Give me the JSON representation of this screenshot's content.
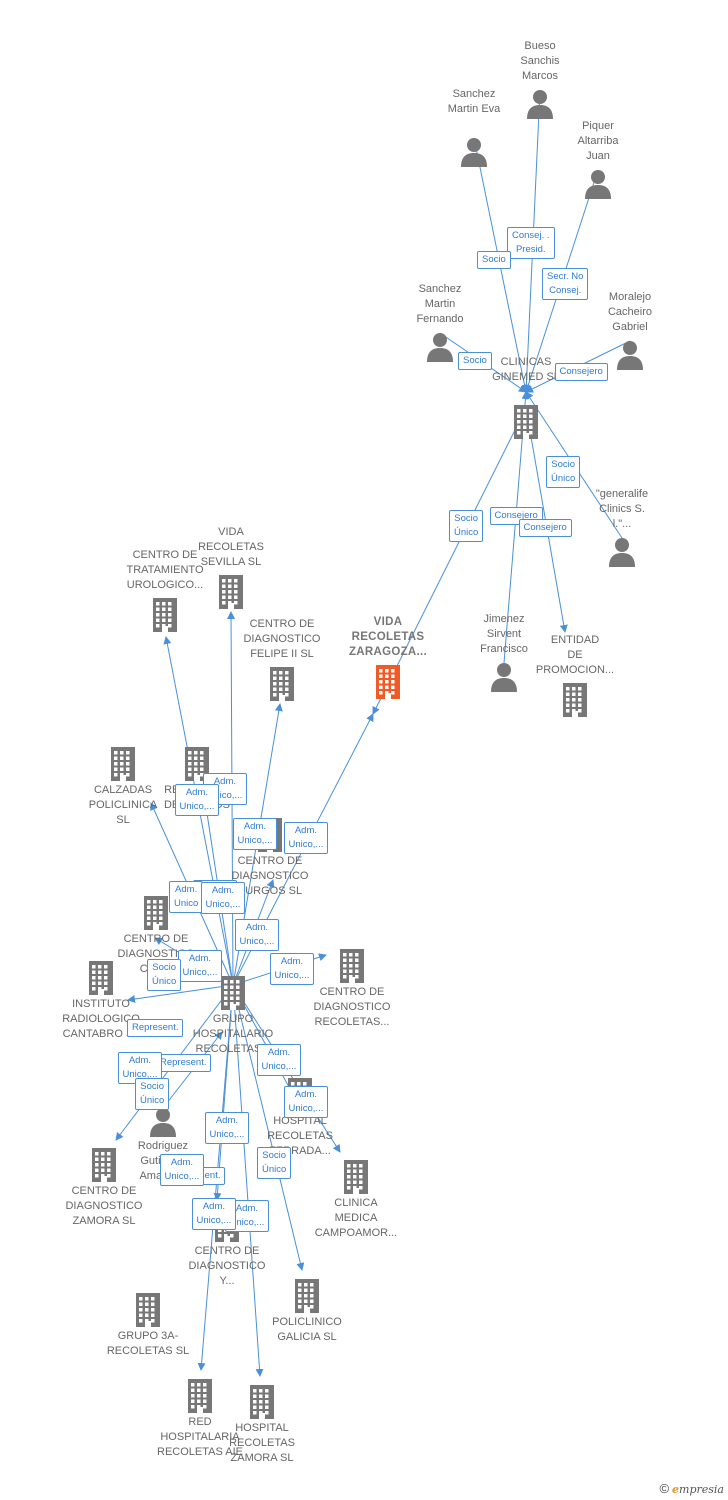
{
  "colors": {
    "edge": "#4a90d9",
    "node": "#777777",
    "focus": "#f05a28"
  },
  "nodes": [
    {
      "id": "bueso",
      "type": "person",
      "label": "Bueso\nSanchis\nMarcos"
    },
    {
      "id": "sanchez_eva",
      "type": "person",
      "label": "Sanchez\nMartin Eva"
    },
    {
      "id": "piquer",
      "type": "person",
      "label": "Piquer\nAltarriba\nJuan"
    },
    {
      "id": "sanchez_fer",
      "type": "person",
      "label": "Sanchez\nMartin\nFernando"
    },
    {
      "id": "moralejo",
      "type": "person",
      "label": "Moralejo\nCacheiro\nGabriel"
    },
    {
      "id": "ginemed",
      "type": "company",
      "label": "CLINICAS\nGINEMED  SL"
    },
    {
      "id": "generalife",
      "type": "person",
      "label": "\"generalife\nClinics S.\nl.\"..."
    },
    {
      "id": "jimenez",
      "type": "person",
      "label": "Jimenez\nSirvent\nFrancisco"
    },
    {
      "id": "entidad",
      "type": "company",
      "label": "ENTIDAD\nDE\nPROMOCION..."
    },
    {
      "id": "vida_zar",
      "type": "company",
      "focus": true,
      "label": "VIDA\nRECOLETAS\nZARAGOZA..."
    },
    {
      "id": "vida_sev",
      "type": "company",
      "label": "VIDA\nRECOLETAS\nSEVILLA  SL"
    },
    {
      "id": "ct_uro",
      "type": "company",
      "label": "CENTRO DE\nTRATAMIENTO\nUROLOGICO..."
    },
    {
      "id": "felipe",
      "type": "company",
      "label": "CENTRO DE\nDIAGNOSTICO\nFELIPE II  SL"
    },
    {
      "id": "calzadas",
      "type": "company",
      "label": "CALZADAS\nPOLICLINICA\nSL"
    },
    {
      "id": "rec_burgos",
      "type": "company",
      "label": "RECOLETAS\nDE BURGOS"
    },
    {
      "id": "cd_burgos",
      "type": "company",
      "label": "CENTRO DE\nDIAGNOSTICO\nBURGOS  SL"
    },
    {
      "id": "cd_cue",
      "type": "company",
      "label": "CENTRO DE\nDIAGNOSTICO\nCUE..."
    },
    {
      "id": "cd_recoletas",
      "type": "company",
      "label": "CENTRO DE\nDIAGNOSTICO\nRECOLETAS..."
    },
    {
      "id": "instituto",
      "type": "company",
      "label": "INSTITUTO\nRADIOLOGICO\nCANTABRO SL"
    },
    {
      "id": "grupo",
      "type": "company",
      "label": "GRUPO\nHOSPITALARIO\nRECOLETAS..."
    },
    {
      "id": "hospital_ferrada",
      "type": "company",
      "label": "HOSPITAL\nRECOLETAS\nFERRADA..."
    },
    {
      "id": "rodriguez",
      "type": "person",
      "label": "Rodriguez\nGutierrez\nAmador..."
    },
    {
      "id": "cd_zamora",
      "type": "company",
      "label": "CENTRO DE\nDIAGNOSTICO\nZAMORA  SL"
    },
    {
      "id": "campoamor",
      "type": "company",
      "label": "CLINICA\nMEDICA\nCAMPOAMOR..."
    },
    {
      "id": "cd_y",
      "type": "company",
      "label": "CENTRO DE\nDIAGNOSTICO\nY..."
    },
    {
      "id": "grupo3a",
      "type": "company",
      "label": "GRUPO 3A-\nRECOLETAS SL"
    },
    {
      "id": "policlinico",
      "type": "company",
      "label": "POLICLINICO\nGALICIA  SL"
    },
    {
      "id": "red",
      "type": "company",
      "label": "RED\nHOSPITALARIA\nRECOLETAS AIE"
    },
    {
      "id": "hosp_zamora",
      "type": "company",
      "label": "HOSPITAL\nRECOLETAS\nZAMORA SL"
    }
  ],
  "edges": [
    {
      "from": "bueso",
      "to": "ginemed",
      "label": "Consej. .\nPresid."
    },
    {
      "from": "sanchez_eva",
      "to": "ginemed",
      "label": "Socio"
    },
    {
      "from": "piquer",
      "to": "ginemed",
      "label": "Secr.  No\nConsej."
    },
    {
      "from": "sanchez_fer",
      "to": "ginemed",
      "label": "Socio"
    },
    {
      "from": "moralejo",
      "to": "ginemed",
      "label": "Consejero"
    },
    {
      "from": "ginemed",
      "to": "vida_zar",
      "label": "Socio\nÚnico"
    },
    {
      "from": "generalife",
      "to": "ginemed",
      "label": "Socio\nÚnico"
    },
    {
      "from": "jimenez",
      "to": "ginemed",
      "label": "Consejero"
    },
    {
      "from": "ginemed",
      "to": "entidad",
      "label": "Consejero"
    },
    {
      "from": "grupo",
      "to": "vida_zar",
      "label": "Adm.\nUnico,..."
    },
    {
      "from": "grupo",
      "to": "vida_sev",
      "label": "Adm.\nUnico,..."
    },
    {
      "from": "grupo",
      "to": "ct_uro",
      "label": "Adm.\nUnico,..."
    },
    {
      "from": "grupo",
      "to": "felipe",
      "label": "Adm.\nUnico,..."
    },
    {
      "from": "grupo",
      "to": "rec_burgos",
      "label": "Adm.\nUnico,..."
    },
    {
      "from": "grupo",
      "to": "calzadas",
      "label": "Adm.\nUnico"
    },
    {
      "from": "grupo",
      "to": "cd_burgos",
      "label": "Adm.\nUnico,..."
    },
    {
      "from": "grupo",
      "to": "cd_cue",
      "label": "Adm.\nUnico,..."
    },
    {
      "from": "grupo",
      "to": "cd_recoletas",
      "label": "Adm.\nUnico,..."
    },
    {
      "from": "grupo",
      "to": "instituto",
      "label": "Socio\nÚnico"
    },
    {
      "from": "rodriguez",
      "to": "grupo",
      "label": "Represent."
    },
    {
      "from": "grupo",
      "to": "cd_zamora",
      "label": "Represent."
    },
    {
      "from": "grupo",
      "to": "hospital_ferrada",
      "label": "Adm.\nUnico,..."
    },
    {
      "from": "grupo",
      "to": "campoamor",
      "label": "Adm.\nUnico,..."
    },
    {
      "from": "grupo",
      "to": "policlinico",
      "label": "Socio\nÚnico"
    },
    {
      "from": "grupo",
      "to": "cd_y",
      "label": "Adm.\nUnico,..."
    },
    {
      "from": "grupo",
      "to": "red",
      "label": "Represent."
    },
    {
      "from": "grupo",
      "to": "hosp_zamora",
      "label": "Adm.\nUnico,..."
    }
  ],
  "extra_edge_labels": [
    "Adm.\nUnico,...",
    "Socio\nÚnico",
    "Adm.\nUnico,...",
    "Adm.\nUnico,...",
    "Adm.\nUnico,..."
  ],
  "footer": {
    "copyright": "©",
    "brand_initial": "e",
    "brand_rest": "mpresia"
  }
}
